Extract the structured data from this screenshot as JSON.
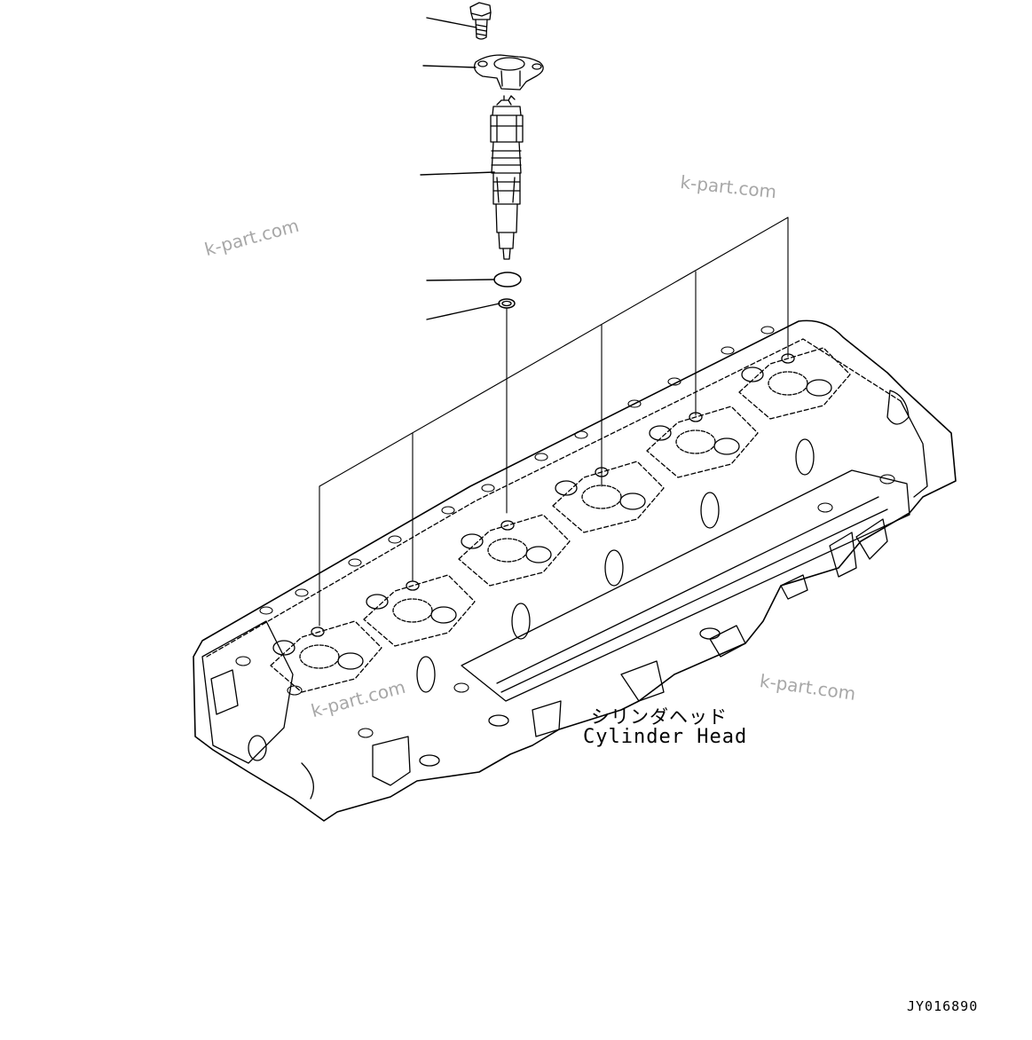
{
  "part_label": {
    "japanese": "シリンダヘッド",
    "english": "Cylinder Head"
  },
  "figure_id": "JY016890",
  "watermark": "k-part.com",
  "line_color": "#000000",
  "watermark_color": "#8a8a8a"
}
